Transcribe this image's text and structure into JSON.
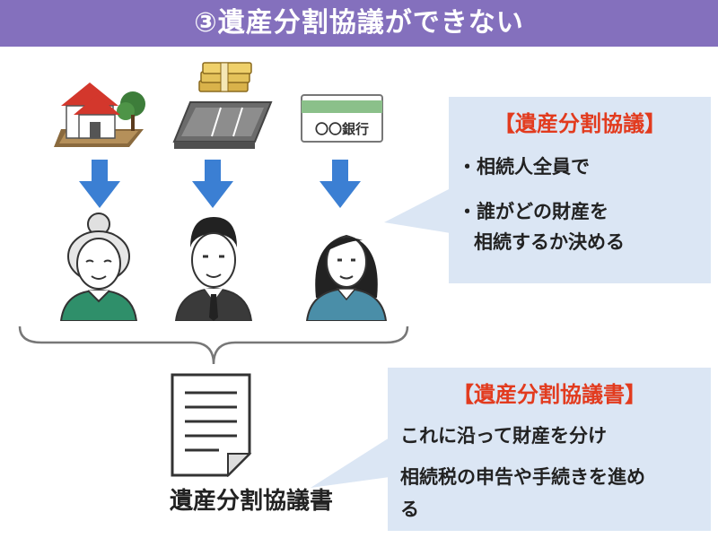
{
  "title": "③遺産分割協議ができない",
  "assets": {
    "bank_label": "〇〇銀行"
  },
  "callout_top": {
    "heading": "【遺産分割協議】",
    "lines": [
      "・相続人全員で",
      "・誰がどの財産を",
      "相続するか決める"
    ]
  },
  "callout_bottom": {
    "heading": "【遺産分割協議書】",
    "lines": [
      "これに沿って財産を分け",
      "相続税の申告や手続きを進め",
      "る"
    ]
  },
  "document_label": "遺産分割協議書",
  "colors": {
    "title_bg": "#8470bd",
    "arrow": "#3b7fd3",
    "callout_bg": "#dbe6f4",
    "callout_heading": "#e23b1e"
  },
  "icons": [
    "house-icon",
    "land-icon",
    "money-bundle-icon",
    "bankbook-icon",
    "down-arrow-icon",
    "grandmother-icon",
    "man-icon",
    "woman-icon",
    "brace-icon",
    "document-icon"
  ]
}
